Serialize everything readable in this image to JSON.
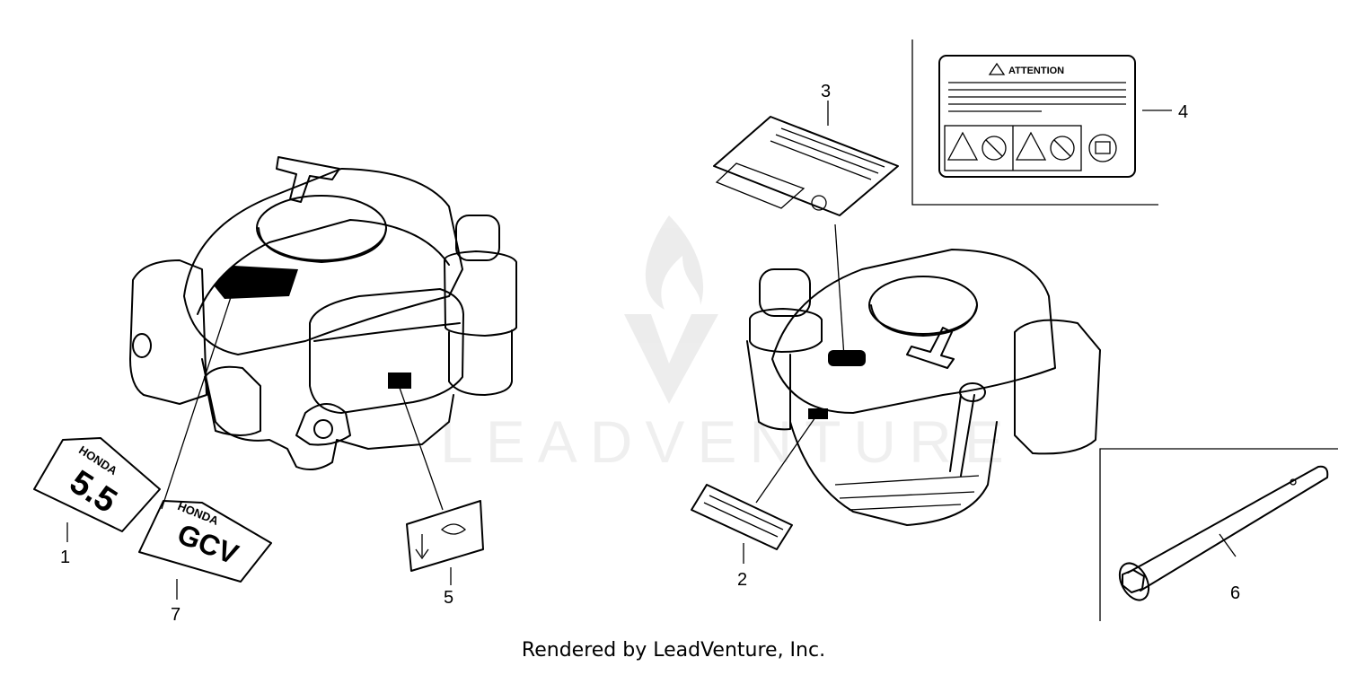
{
  "watermark": {
    "text": "LEADVENTURE"
  },
  "footer": {
    "text": "Rendered by LeadVenture, Inc."
  },
  "callouts": [
    "1",
    "2",
    "3",
    "4",
    "5",
    "6",
    "7"
  ],
  "attention_label": {
    "text": "ATTENTION"
  },
  "decals": {
    "brand": "HONDA",
    "model_left": "5.5",
    "model_right": "GCV"
  },
  "colors": {
    "line": "#000000",
    "background": "#ffffff"
  }
}
